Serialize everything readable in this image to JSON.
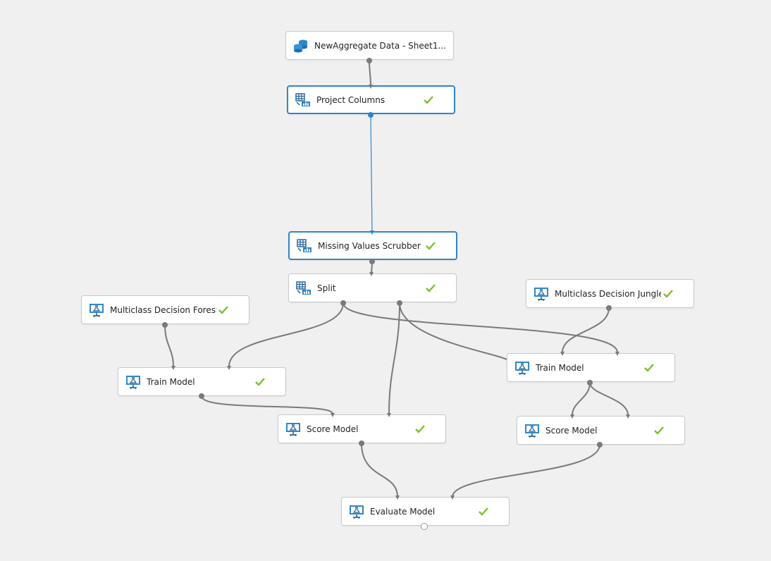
{
  "colors": {
    "canvas": "#f0f0f0",
    "accent": "#2f86c9",
    "edge": "#7a7a7a",
    "check": "#7cbf2e"
  },
  "nodes": {
    "dataset": {
      "label": "NewAggregate Data - Sheet1...",
      "icon": "dataset-icon",
      "status": "none"
    },
    "project_columns": {
      "label": "Project Columns",
      "icon": "table-transform-icon",
      "status": "complete"
    },
    "missing_values": {
      "label": "Missing Values Scrubber",
      "icon": "table-transform-icon",
      "status": "complete"
    },
    "split": {
      "label": "Split",
      "icon": "table-transform-icon",
      "status": "complete"
    },
    "forest": {
      "label": "Multiclass Decision Forest",
      "icon": "ml-model-icon",
      "status": "complete"
    },
    "jungle": {
      "label": "Multiclass Decision Jungle",
      "icon": "ml-model-icon",
      "status": "complete"
    },
    "train_left": {
      "label": "Train Model",
      "icon": "ml-model-icon",
      "status": "complete"
    },
    "train_right": {
      "label": "Train Model",
      "icon": "ml-model-icon",
      "status": "complete"
    },
    "score_left": {
      "label": "Score Model",
      "icon": "ml-model-icon",
      "status": "complete"
    },
    "score_right": {
      "label": "Score Model",
      "icon": "ml-model-icon",
      "status": "complete"
    },
    "evaluate": {
      "label": "Evaluate Model",
      "icon": "ml-model-icon",
      "status": "complete"
    }
  }
}
